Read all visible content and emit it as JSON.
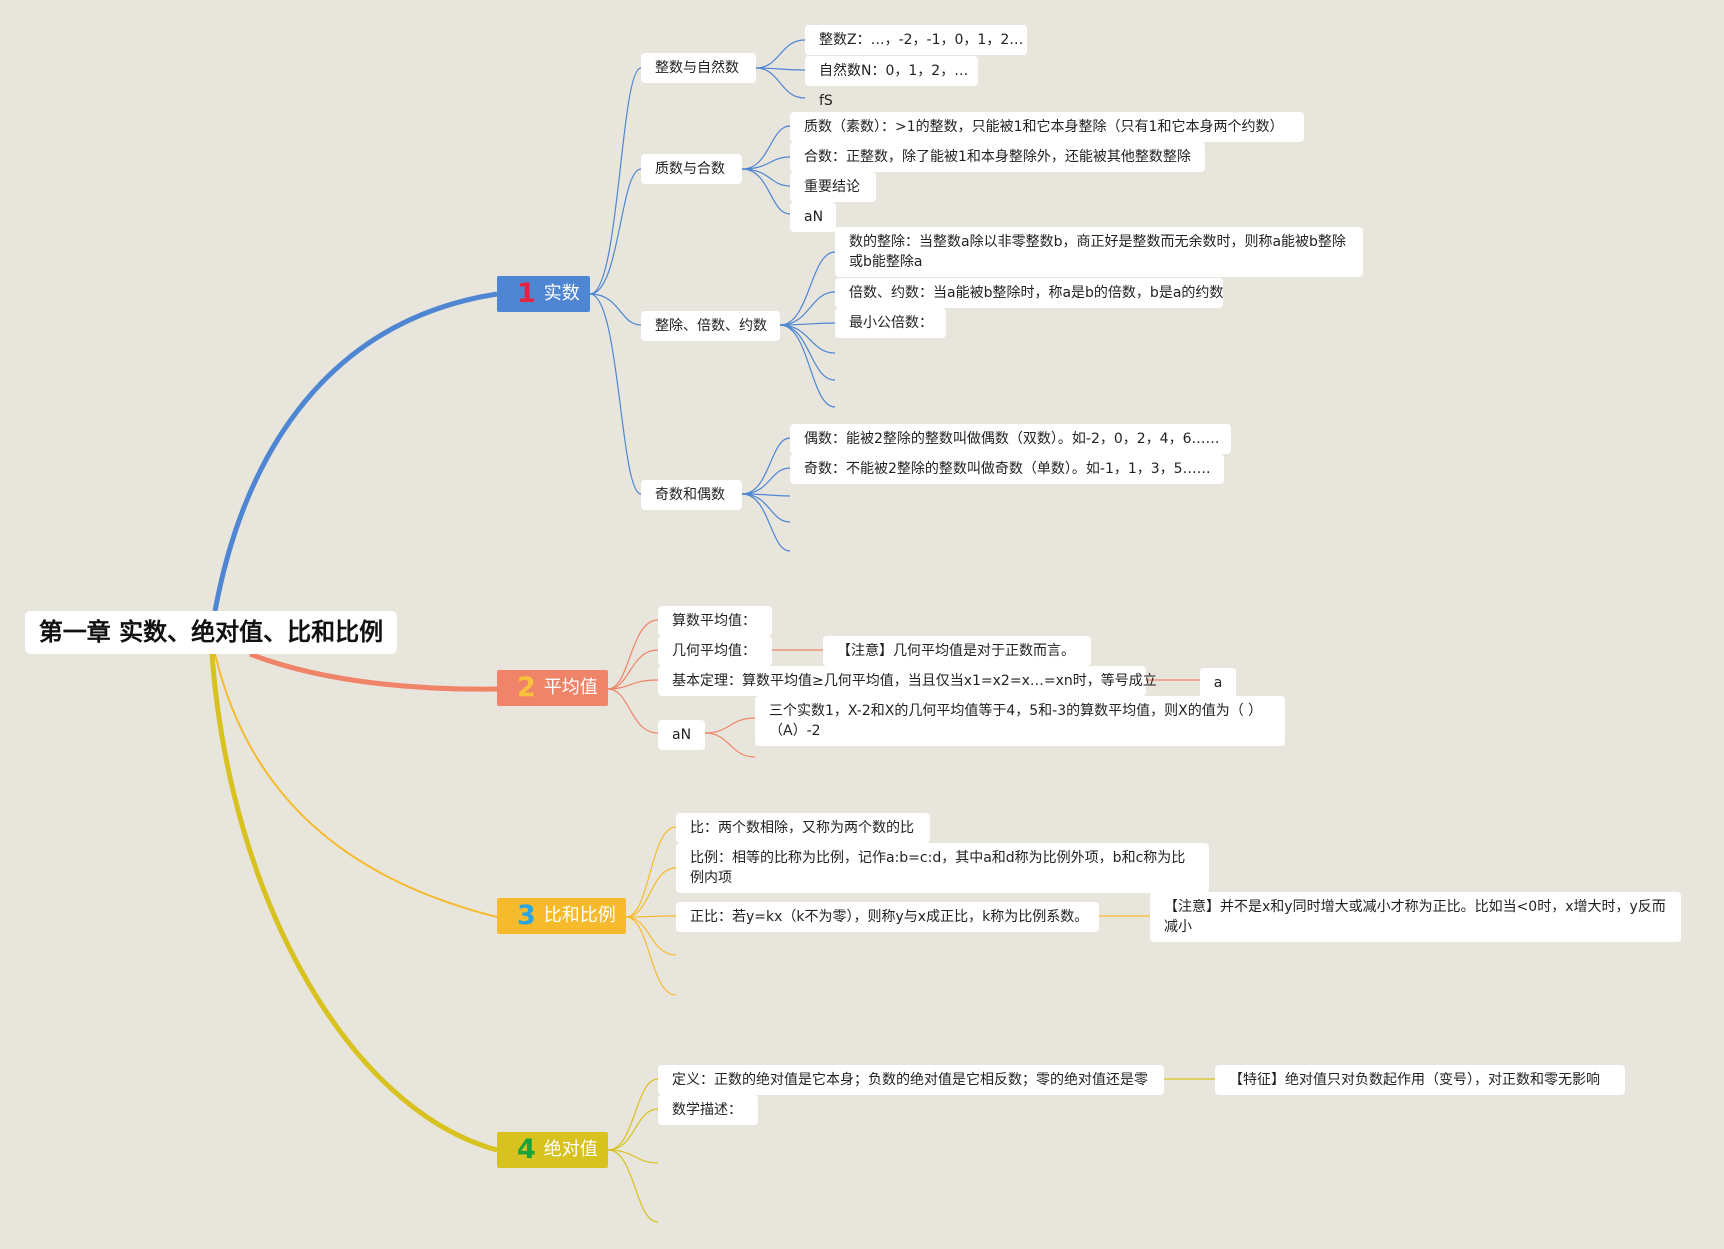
{
  "root": "第一章 实数、绝对值、比和比例",
  "colors": {
    "b1": "#4f86d3",
    "b2": "#f08468",
    "b3": "#f6bb2d",
    "b4": "#d7c21f",
    "num1": "#e3233f",
    "num2": "#f8c23c",
    "num3": "#2ca4dd",
    "num4": "#18a33d"
  },
  "branches": [
    {
      "num": "1",
      "label": "实数"
    },
    {
      "num": "2",
      "label": "平均值"
    },
    {
      "num": "3",
      "label": "比和比例"
    },
    {
      "num": "4",
      "label": "绝对值"
    }
  ],
  "nodes": {
    "zsyzrs": "整数与自然数",
    "zsZ": "整数Z：…，-2，-1，0，1，2…",
    "zrsN": "自然数N：0，1，2，…",
    "fS": "fS",
    "zsyhs": "质数与合数",
    "zhishu": "质数（素数）：>1的整数，只能被1和它本身整除（只有1和它本身两个约数）",
    "heshu": "合数：正整数，除了能被1和本身整除外，还能被其他整数整除",
    "zyjl": "重要结论",
    "aN1": "aN",
    "zcbsys": "整除、倍数、约数",
    "szc": "数的整除：当整数a除以非零整数b，商正好是整数而无余数时，则称a能被b整除或b能整除a",
    "bsys": "倍数、约数：当a能被b整除时，称a是b的倍数，b是a的约数",
    "zxgbs": "最小公倍数：",
    "jshos": "奇数和偶数",
    "oushu": "偶数：能被2整除的整数叫做偶数（双数）。如-2，0，2，4，6……",
    "jishu": "奇数：不能被2整除的整数叫做奇数（单数）。如-1，1，3，5……",
    "sspjz": "算数平均值：",
    "jhpjz": "几何平均值：",
    "zhuyi1": "【注意】几何平均值是对于正数而言。",
    "jbdl": "基本定理：算数平均值≥几何平均值，当且仅当x1=x2=x…=xn时，等号成立",
    "a": "a",
    "aN2": "aN",
    "example": "三个实数1，X-2和X的几何平均值等于4，5和-3的算数平均值，则X的值为（ ）（A）-2",
    "bi": "比：两个数相除，又称为两个数的比",
    "bili": "比例：相等的比称为比例，记作a:b=c:d，其中a和d称为比例外项，b和c称为比例内项",
    "zhengbi": "正比：若y=kx（k不为零），则称y与x成正比，k称为比例系数。",
    "zhuyi2": "【注意】并不是x和y同时增大或减小才称为正比。比如当<0时，x增大时，y反而减小",
    "dingyi": "定义：正数的绝对值是它本身；负数的绝对值是它相反数；零的绝对值还是零",
    "tezheng": "【特征】绝对值只对负数起作用（变号），对正数和零无影响",
    "sxms": "数学描述："
  }
}
